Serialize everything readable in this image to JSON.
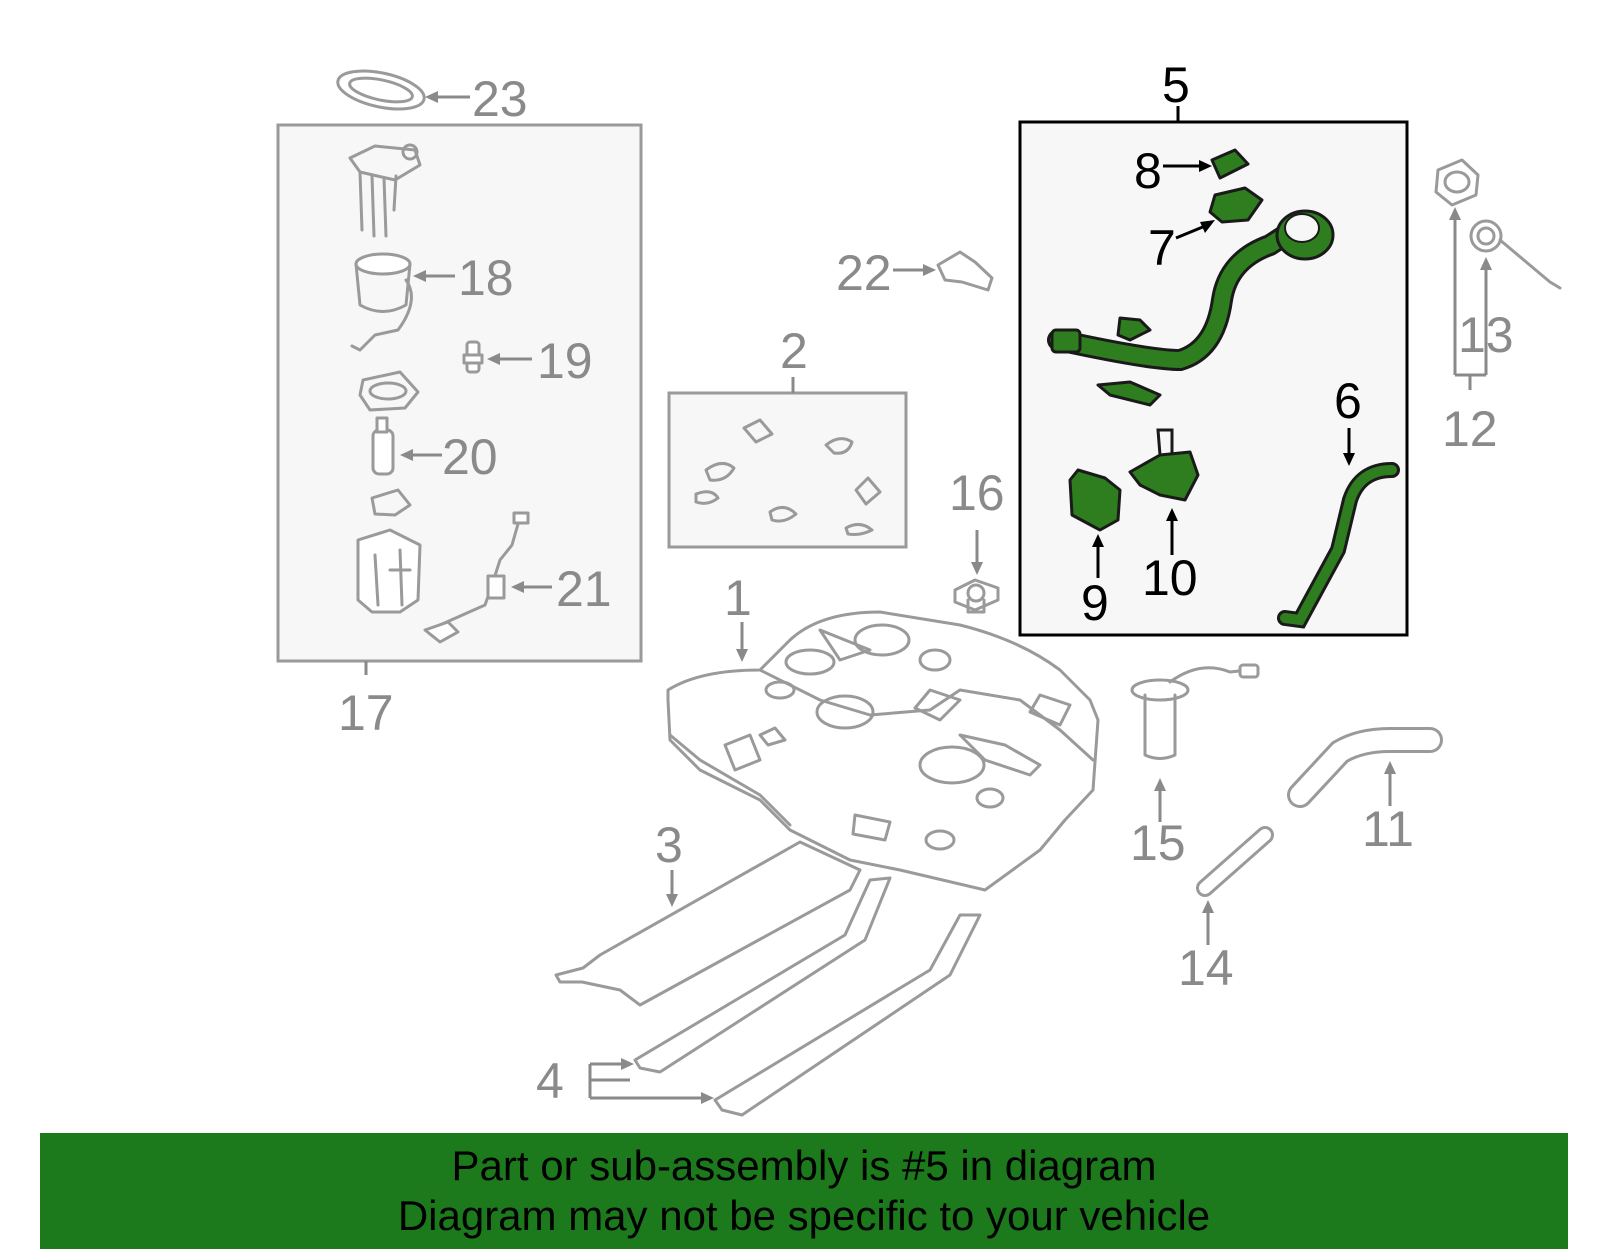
{
  "callouts": {
    "c1": "1",
    "c2": "2",
    "c3": "3",
    "c4": "4",
    "c5": "5",
    "c6": "6",
    "c7": "7",
    "c8": "8",
    "c9": "9",
    "c10": "10",
    "c11": "11",
    "c12": "12",
    "c13": "13",
    "c14": "14",
    "c15": "15",
    "c16": "16",
    "c17": "17",
    "c18": "18",
    "c19": "19",
    "c20": "20",
    "c21": "21",
    "c22": "22",
    "c23": "23"
  },
  "banner": {
    "line1": "Part or sub-assembly is #5 in diagram",
    "line2": "Diagram may not be specific to your vehicle"
  },
  "colors": {
    "highlight_green": "#2e7d1f",
    "banner_green": "#1c7a1c",
    "part_gray": "#9a9a9a"
  }
}
